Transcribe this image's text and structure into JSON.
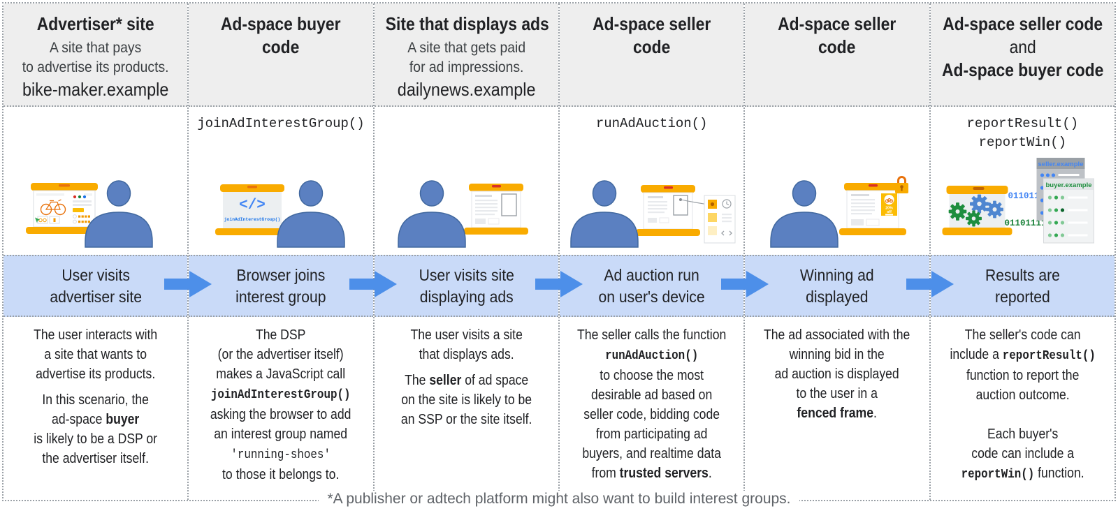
{
  "columns": [
    {
      "title_lines": [
        {
          "t": "Advertiser* site",
          "b": 1
        }
      ],
      "subtitle": "A site that pays\nto advertise its products.",
      "example": "bike-maker.example",
      "code_label": "",
      "step": "User visits\nadvertiser site",
      "description": [
        "The user interacts with\na site that wants to\nadvertise its products.",
        "In this scenario, the\nad-space **buyer**\nis likely to be a DSP or\nthe advertiser itself."
      ]
    },
    {
      "title_lines": [
        {
          "t": "Ad-space buyer",
          "b": 1
        },
        {
          "t": "code",
          "b": 1
        }
      ],
      "code_label": "joinAdInterestGroup()",
      "step": "Browser joins\ninterest group",
      "description": [
        "The DSP\n(or the advertiser itself)\nmakes a JavaScript call\n`joinAdInterestGroup()`\nasking the browser to add\nan interest group named\n~'running-shoes'~\nto those it belongs to."
      ]
    },
    {
      "title_lines": [
        {
          "t": "Site that displays ads",
          "b": 1
        }
      ],
      "subtitle": "A site that gets paid\nfor ad impressions.",
      "example": "dailynews.example",
      "code_label": "",
      "step": "User visits site\ndisplaying ads",
      "description": [
        "The user visits a site\nthat displays ads.",
        "The **seller** of ad space\non the site is likely to be\nan SSP or the site itself."
      ]
    },
    {
      "title_lines": [
        {
          "t": "Ad-space seller",
          "b": 1
        },
        {
          "t": "code",
          "b": 1
        }
      ],
      "code_label": "runAdAuction()",
      "step": "Ad auction run\non user's device",
      "description": [
        "The seller calls the function\n`runAdAuction()`\nto choose the most\ndesirable ad based on\nseller code, bidding code\nfrom participating ad\nbuyers, and realtime data\nfrom **trusted servers**."
      ]
    },
    {
      "title_lines": [
        {
          "t": "Ad-space seller",
          "b": 1
        },
        {
          "t": "code",
          "b": 1
        }
      ],
      "code_label": "",
      "step": "Winning ad\ndisplayed",
      "description": [
        "The ad associated with the\nwinning bid in the\nad auction is displayed\nto the user in a\n**fenced frame**."
      ]
    },
    {
      "title_lines": [
        {
          "t": "Ad-space seller code",
          "b": 1
        },
        {
          "t": "and",
          "b": 0
        },
        {
          "t": "Ad-space buyer code",
          "b": 1
        }
      ],
      "code_label": "reportResult()\nreportWin()",
      "step": "Results are\nreported",
      "description": [
        "The seller's code can\ninclude a `reportResult()`\nfunction to report the\nauction outcome.",
        "Each buyer's\ncode can include a\n`reportWin()` function."
      ]
    }
  ],
  "illo": {
    "buyer_screen_glyph": "</>",
    "buyer_screen_code": "joinAdInterestGroup()",
    "ad_discount_line1": "20%",
    "ad_discount_line2": "off",
    "binary_blue": "0110111",
    "binary_green": "011011110",
    "seller_server": "seller.example",
    "buyer_server": "buyer.example"
  },
  "footnote": "*A publisher or adtech platform might also want to build interest groups.",
  "colors": {
    "header_bg": "#eeeeee",
    "band_bg": "#c9daf8",
    "arrow_blue": "#4d8fe9",
    "person_blue": "#5b80c1",
    "laptop_yellow": "#f9ab00",
    "accent_orange": "#e8710a",
    "code_blue": "#1a73e8",
    "gear_green": "#1e8e3e",
    "gear_blue": "#4f86d0"
  }
}
